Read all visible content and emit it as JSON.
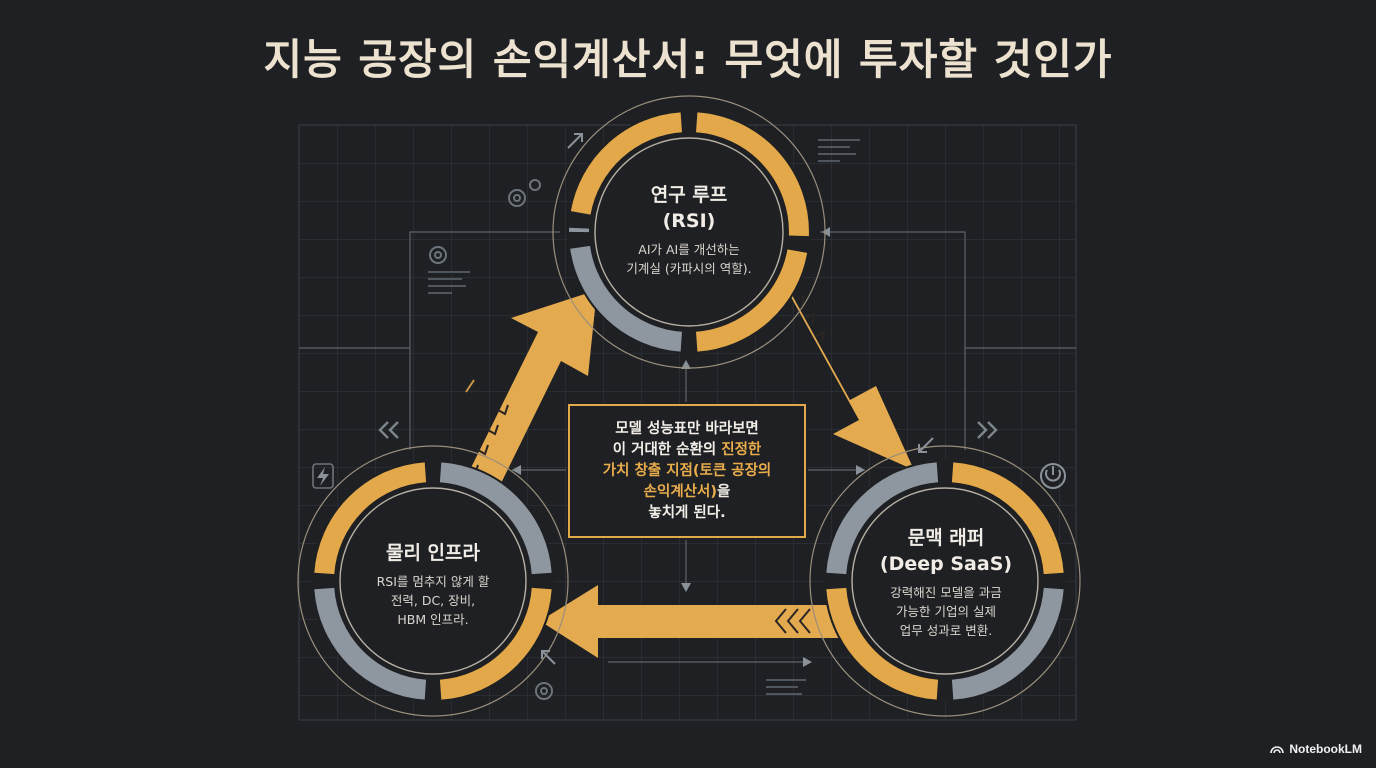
{
  "title": "지능 공장의 손익계산서: 무엇에 투자할 것인가",
  "colors": {
    "background": "#1e2023",
    "accent_gold": "#e3a849",
    "ring_gray": "#8e969f",
    "grid_line": "#3a3e44"
  },
  "nodes": {
    "rsi": {
      "title_lines": [
        "연구 루프",
        "(RSI)"
      ],
      "desc_lines": [
        "AI가 AI를 개선하는",
        "기계실 (카파시의 역할)."
      ]
    },
    "infra": {
      "title_lines": [
        "물리 인프라"
      ],
      "desc_lines": [
        "RSI를 멈추지 않게 할",
        "전력, DC, 장비,",
        "HBM 인프라."
      ]
    },
    "wrapper": {
      "title_lines": [
        "문맥 래퍼",
        "(Deep SaaS)"
      ],
      "desc_lines": [
        "강력해진 모델을 과금",
        "가능한 기업의 실제",
        "업무 성과로 변환."
      ]
    }
  },
  "center": {
    "line1": "모델 성능표만 바라보면",
    "line2a": "이 거대한 순환의 ",
    "line2b": "진정한",
    "line3": "가치 창출 지점(토큰 공장의",
    "line4": "손익계산서)",
    "line4b": "을",
    "line5": "놓치게 된다."
  },
  "icons": [
    "gear-icon",
    "settings-icon",
    "lightning-icon",
    "power-icon",
    "chevron-left-icon",
    "chevron-right-icon",
    "diagonal-arrow-icon"
  ],
  "brand": "NotebookLM"
}
